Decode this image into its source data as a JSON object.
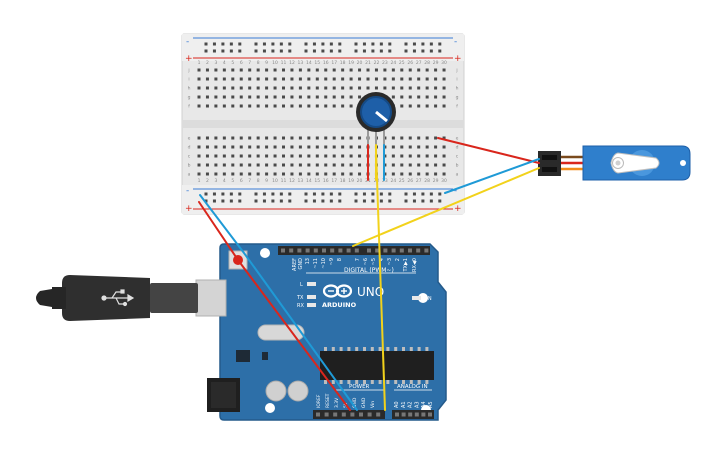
{
  "board": {
    "header_left": [
      "AREF",
      "GND",
      "13",
      "~11",
      "~10",
      "~9",
      "8"
    ],
    "header_right": [
      "7",
      "~6",
      "~5",
      "4",
      "~3",
      "2",
      "TX▶1",
      "RX◀0"
    ],
    "digital_label": "DIGITAL (PWM~)",
    "brand": "ARDUINO",
    "model": "UNO",
    "led_l": "L",
    "led_tx": "TX",
    "led_rx": "RX",
    "on_label": "ON",
    "power_label": "POWER",
    "analog_label": "ANALOG IN",
    "power_pins": [
      "IOREF",
      "RESET",
      "3.3V",
      "5V",
      "GND",
      "GND",
      "Vin"
    ],
    "analog_pins": [
      "A0",
      "A1",
      "A2",
      "A3",
      "A4",
      "A5"
    ]
  },
  "breadboard": {
    "column_numbers": [
      "1",
      "2",
      "3",
      "4",
      "5",
      "6",
      "7",
      "8",
      "9",
      "10",
      "11",
      "12",
      "13",
      "14",
      "15",
      "16",
      "17",
      "18",
      "19",
      "20",
      "21",
      "22",
      "23",
      "24",
      "25",
      "26",
      "27",
      "28",
      "29",
      "30"
    ],
    "rows_top": [
      "j",
      "i",
      "h",
      "g",
      "f"
    ],
    "rows_bottom": [
      "e",
      "d",
      "c",
      "b",
      "a"
    ],
    "rail_plus": "+",
    "rail_minus": "-"
  },
  "colors": {
    "board": "#2d6fa8",
    "wire_red": "#d9261c",
    "wire_blue": "#1f9ad6",
    "wire_yellow": "#f2d21b",
    "servo": "#2f7fcc",
    "knob": "#1e5fa8"
  }
}
